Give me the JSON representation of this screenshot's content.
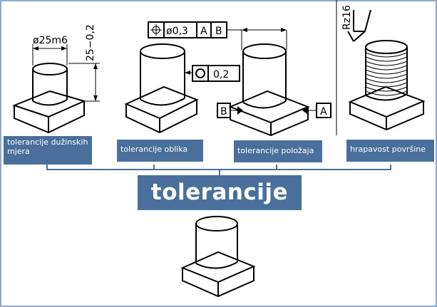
{
  "categories": [
    {
      "label": "tolerancije dužinskih mjera"
    },
    {
      "label": "tolerancije oblika"
    },
    {
      "label": "tolerancije položaja"
    },
    {
      "label": "hrapavost površine"
    }
  ],
  "title": "tolerancije",
  "annotations": {
    "diameter": "ø25m6",
    "length": "25−0,2",
    "circularity_value": "0,2",
    "position_value": "ø0,3",
    "datum_a": "A",
    "datum_b": "B",
    "roughness": "Rz16"
  },
  "colors": {
    "label_bg": "#4a6f9c",
    "frame_border": "#8fa9d2",
    "connector": "#4a6f9c"
  }
}
